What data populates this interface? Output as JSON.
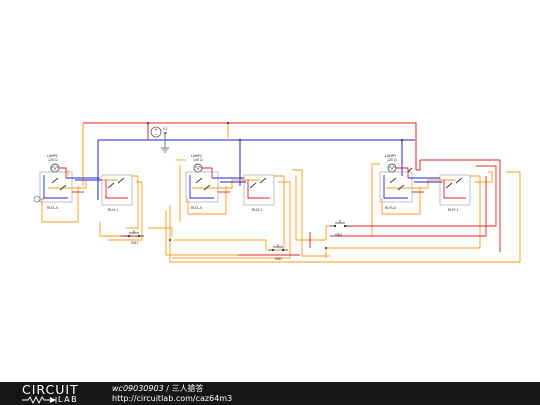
{
  "circuit": {
    "source_label": "V1",
    "source_value": "1V",
    "ground_label": "",
    "lamps": [
      {
        "name": "LAMP1",
        "rating": "120 Ω"
      },
      {
        "name": "LAMP2",
        "rating": "120 Ω"
      },
      {
        "name": "LAMP3",
        "rating": "120 Ω"
      }
    ],
    "relays": [
      {
        "name": "RLY1-A"
      },
      {
        "name": "RLY1-1"
      },
      {
        "name": "RLY2-A"
      },
      {
        "name": "RLY2-1"
      },
      {
        "name": "RLY3-A"
      },
      {
        "name": "RLY3-1"
      }
    ],
    "switches": [
      {
        "name": "SW1"
      },
      {
        "name": "SW2"
      },
      {
        "name": "SW3"
      }
    ],
    "wire_colors": {
      "red": "#e02020",
      "orange": "#ff9a1f",
      "blue": "#2222cc",
      "gray": "#777777"
    }
  },
  "footer": {
    "brand_top": "CIRCUIT",
    "brand_bottom": "LAB",
    "author": "wc09030903",
    "separator": " / ",
    "title": "三人搶答",
    "url": "http://circuitlab.com/caz64m3"
  }
}
